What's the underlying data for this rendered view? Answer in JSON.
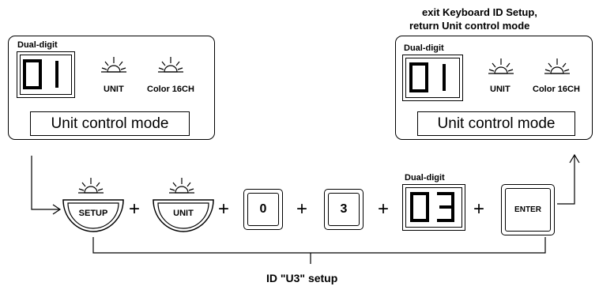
{
  "left_panel": {
    "dual_digit_label": "Dual-digit",
    "display_digits": "01",
    "led_unit_label": "UNIT",
    "led_color_label": "Color 16CH",
    "mode_label": "Unit control mode"
  },
  "right_panel": {
    "note_line1": "exit Keyboard ID Setup,",
    "note_line2": "return Unit control mode",
    "dual_digit_label": "Dual-digit",
    "display_digits": "01",
    "led_unit_label": "UNIT",
    "led_color_label": "Color 16CH",
    "mode_label": "Unit control mode"
  },
  "sequence": {
    "setup_label": "SETUP",
    "unit_label": "UNIT",
    "key_0": "0",
    "key_3": "3",
    "dual_digit_label": "Dual-digit",
    "display_digits": "03",
    "enter_label": "ENTER",
    "plus": "+"
  },
  "caption": "ID \"U3\" setup"
}
